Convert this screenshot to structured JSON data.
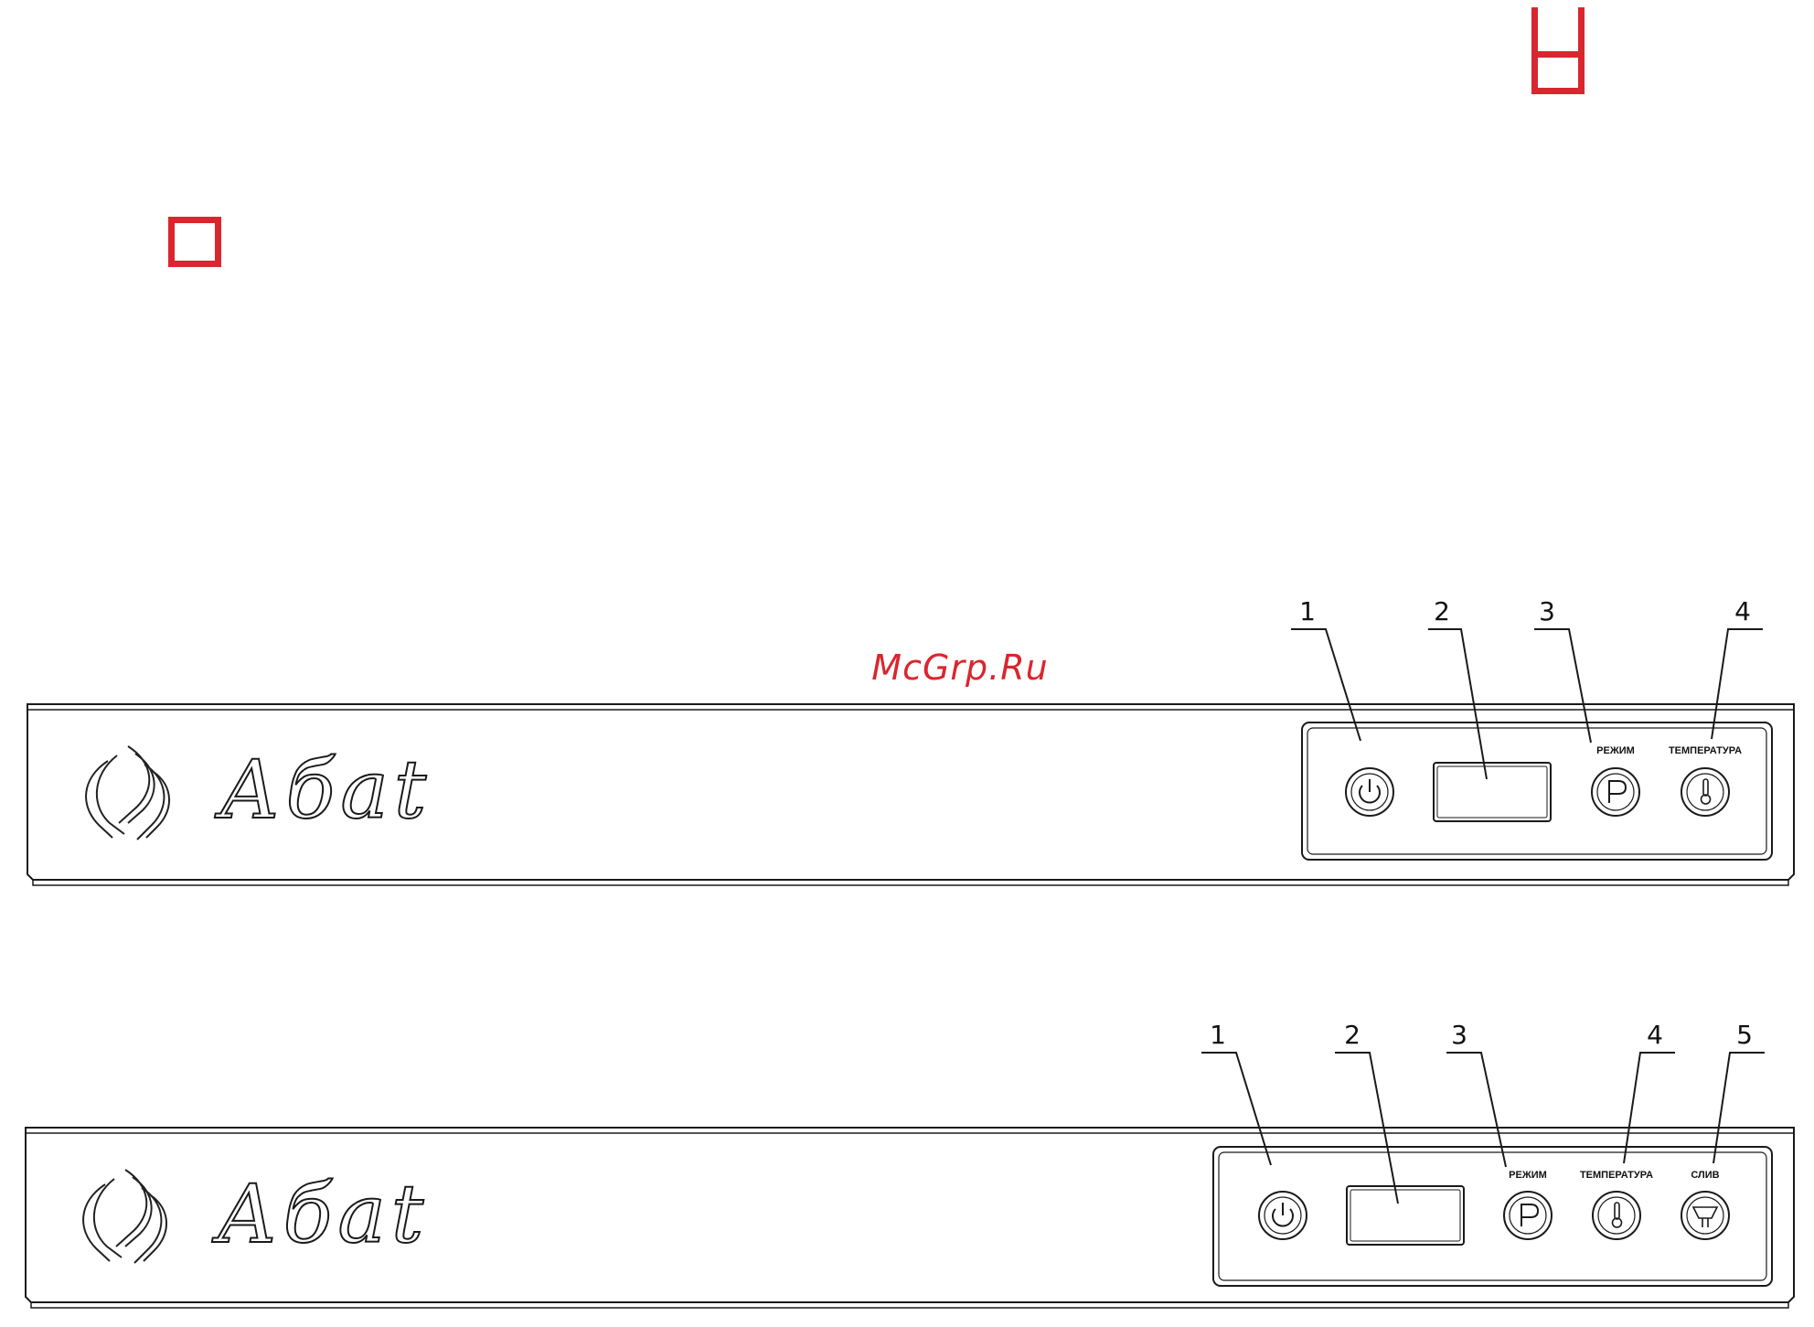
{
  "watermark": "McGrp.Ru",
  "brand": {
    "logo_text": "Абat"
  },
  "panel_a": {
    "callouts": [
      "1",
      "2",
      "3",
      "4"
    ],
    "labels": {
      "mode": "РЕЖИМ",
      "temperature": "ТЕМПЕРАТУРА"
    },
    "buttons": [
      {
        "name": "power-button",
        "icon": "power-icon"
      },
      {
        "name": "display",
        "icon": "display-window"
      },
      {
        "name": "mode-button",
        "icon": "p-letter-icon"
      },
      {
        "name": "temperature-button",
        "icon": "thermometer-icon"
      }
    ]
  },
  "panel_b": {
    "callouts": [
      "1",
      "2",
      "3",
      "4",
      "5"
    ],
    "labels": {
      "mode": "РЕЖИМ",
      "temperature": "ТЕМПЕРАТУРА",
      "drain": "СЛИВ"
    },
    "buttons": [
      {
        "name": "power-button",
        "icon": "power-icon"
      },
      {
        "name": "display",
        "icon": "display-window"
      },
      {
        "name": "mode-button",
        "icon": "p-letter-icon"
      },
      {
        "name": "temperature-button",
        "icon": "thermometer-icon"
      },
      {
        "name": "drain-button",
        "icon": "drain-icon"
      }
    ]
  },
  "colors": {
    "accent": "#d9262f",
    "line": "#1a1a1a"
  }
}
